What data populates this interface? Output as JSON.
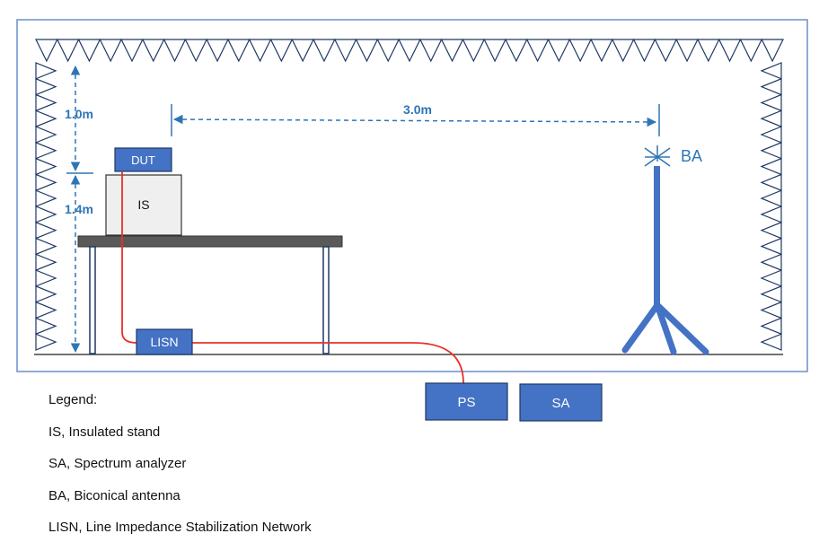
{
  "dims": {
    "dist": "3.0m",
    "upper_h": "1.0m",
    "lower_h": "1.4m"
  },
  "boxes": {
    "dut": "DUT",
    "is": "IS",
    "lisn": "LISN",
    "ps": "PS",
    "sa": "SA"
  },
  "antenna_label": "BA",
  "legend": {
    "title": "Legend:",
    "items": [
      "IS, Insulated stand",
      "SA, Spectrum analyzer",
      "BA, Biconical antenna",
      "LISN, Line Impedance Stabilization Network"
    ]
  },
  "colors": {
    "box_blue": "#4472c4",
    "dim_blue": "#2e75b6",
    "cable_red": "#e8302a",
    "table_gray": "#595959",
    "stand_gray": "#efefef"
  }
}
